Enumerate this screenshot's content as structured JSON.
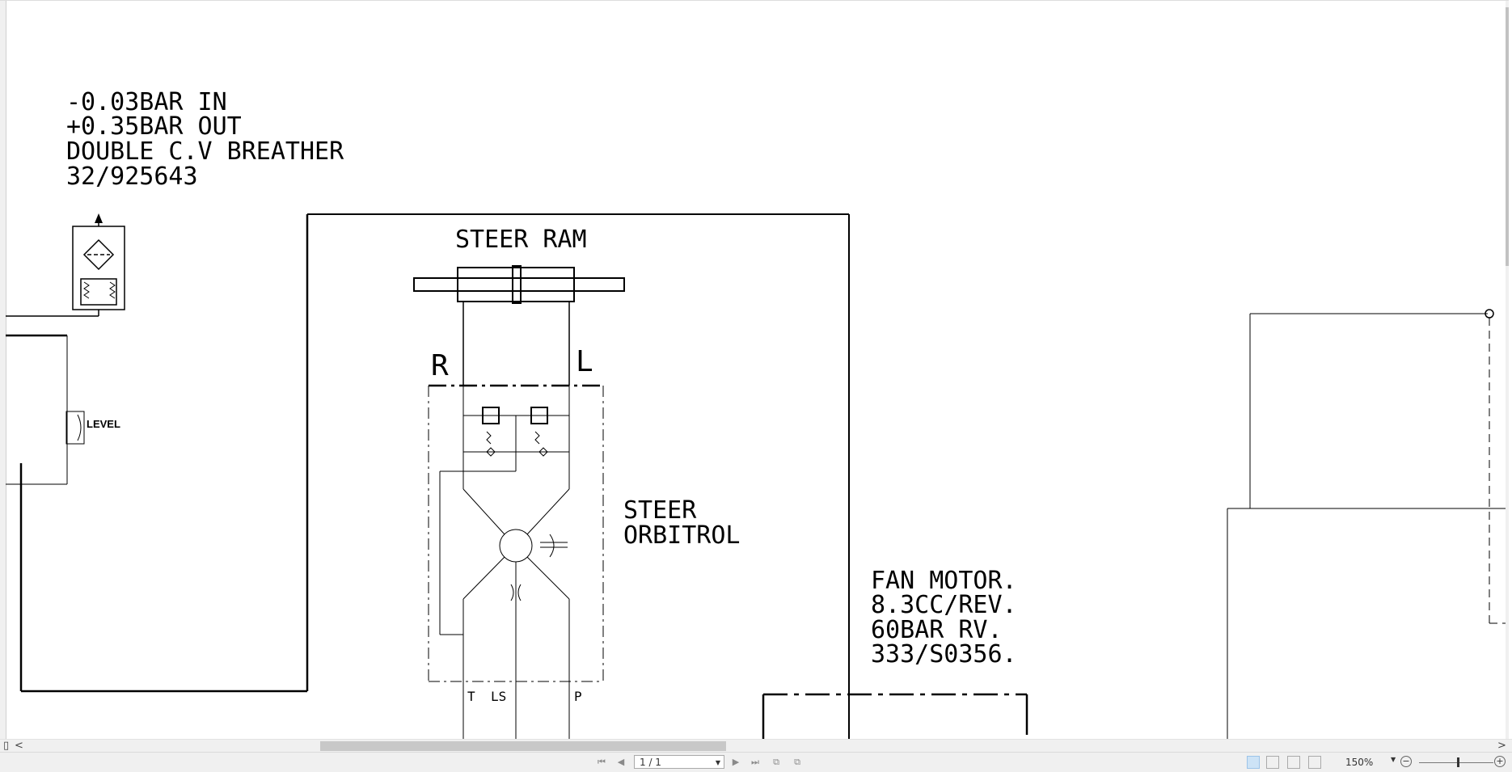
{
  "drawing": {
    "breather_notes": [
      "-0.03BAR IN",
      "+0.35BAR OUT",
      "DOUBLE C.V BREATHER",
      "32/925643"
    ],
    "steer_ram_label": "STEER RAM",
    "port_r": "R",
    "port_l": "L",
    "orbitrol_label": [
      "STEER",
      "ORBITROL"
    ],
    "fan_motor_notes": [
      "FAN MOTOR.",
      "8.3CC/REV.",
      "60BAR RV.",
      "333/S0356."
    ],
    "level_label": "LEVEL",
    "port_t": "T",
    "port_ls": "LS",
    "port_p": "P"
  },
  "hscroll": {
    "left_arrow": "<",
    "right_arrow": ">"
  },
  "statusbar": {
    "page_indicator": "1 / 1",
    "zoom": "150%",
    "zoom_out": "−",
    "zoom_in": "+"
  }
}
